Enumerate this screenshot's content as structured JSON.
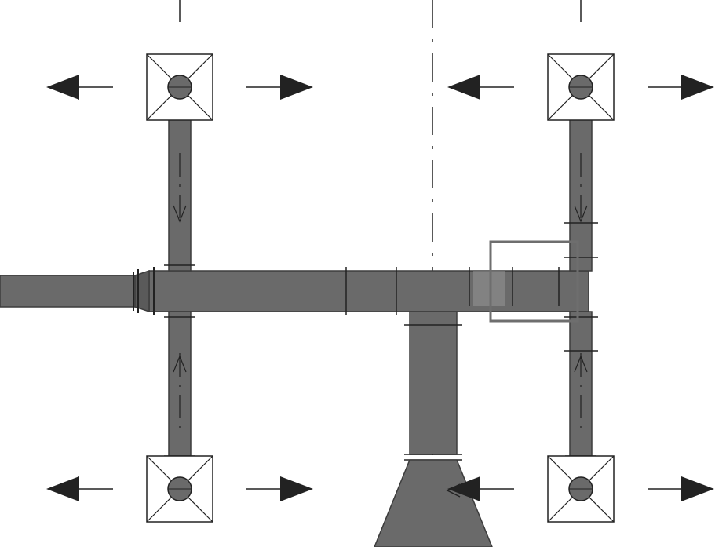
{
  "diagram": {
    "kind": "hvac-duct-plan",
    "colors": {
      "background": "#ffffff",
      "duct_fill": "#6a6a6a",
      "duct_stroke": "#3c3c3c",
      "diffuser_fill": "#ffffff",
      "line": "#222222",
      "arrow": "#222222",
      "selection_box": "#6e6e6e",
      "selection_highlight": "#9a9a9a"
    },
    "diffusers": [
      {
        "id": "diffuser-top-left",
        "icon": "supply-diffuser-icon"
      },
      {
        "id": "diffuser-top-right",
        "icon": "supply-diffuser-icon"
      },
      {
        "id": "diffuser-bottom-left",
        "icon": "supply-diffuser-icon"
      },
      {
        "id": "diffuser-bottom-right",
        "icon": "supply-diffuser-icon"
      }
    ],
    "flow_arrows": [
      "arrow-left-icon",
      "arrow-right-icon"
    ],
    "selection": {
      "present": true
    }
  }
}
